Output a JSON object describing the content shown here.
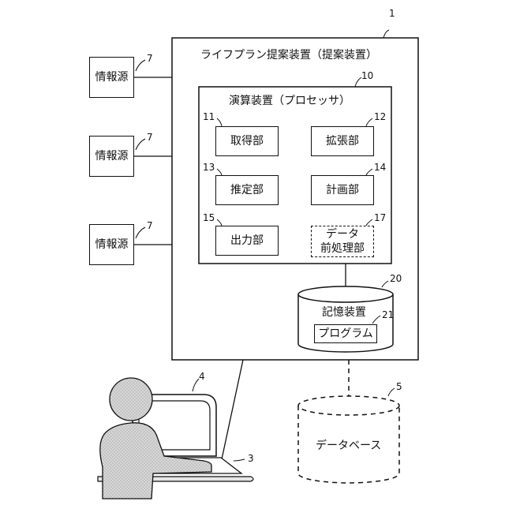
{
  "apparatus": {
    "title": "ライフプラン提案装置（提案装置）",
    "ref": "1"
  },
  "processor": {
    "title": "演算装置（プロセッサ）",
    "ref": "10"
  },
  "units": [
    {
      "label": "取得部",
      "ref": "11"
    },
    {
      "label": "拡張部",
      "ref": "12"
    },
    {
      "label": "推定部",
      "ref": "13"
    },
    {
      "label": "計画部",
      "ref": "14"
    },
    {
      "label": "出力部",
      "ref": "15"
    }
  ],
  "preprocessing": {
    "line1": "データ",
    "line2": "前処理部",
    "ref": "17"
  },
  "storage": {
    "title": "記憶装置",
    "ref": "20"
  },
  "program": {
    "label": "プログラム",
    "ref": "21"
  },
  "info_sources": [
    {
      "label": "情報源",
      "ref": "7"
    },
    {
      "label": "情報源",
      "ref": "7"
    },
    {
      "label": "情報源",
      "ref": "7"
    }
  ],
  "database": {
    "label": "データベース",
    "ref": "5"
  },
  "display_ref": "4",
  "input_device_ref": "3",
  "colors": {
    "line": "#111111",
    "person_fill": "#d9d9d9",
    "background": "#ffffff"
  }
}
